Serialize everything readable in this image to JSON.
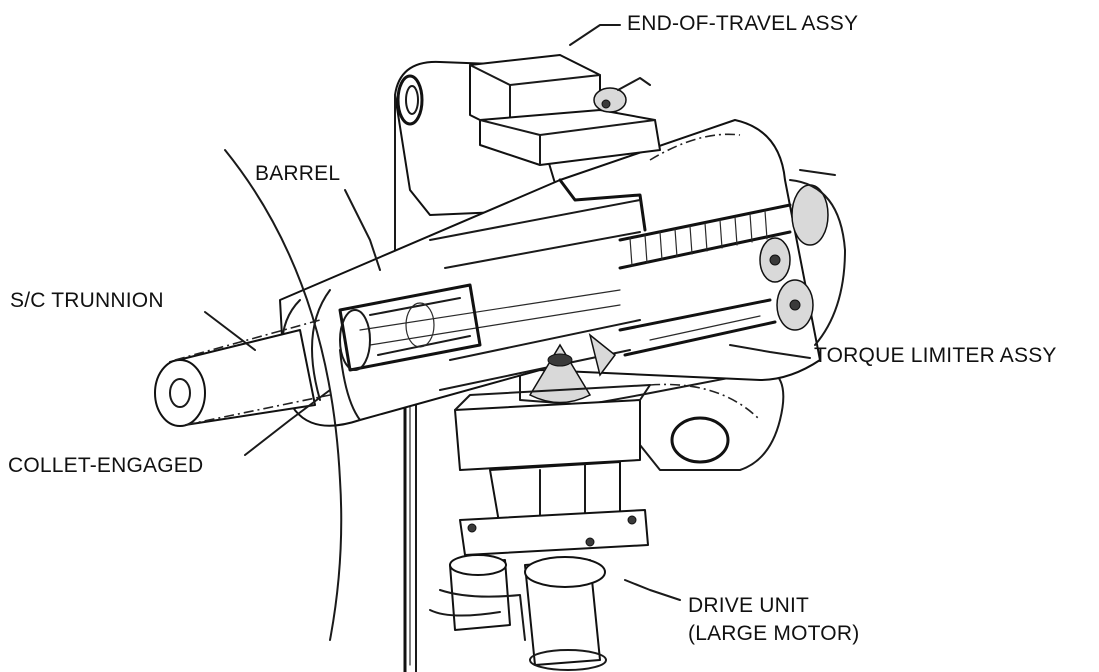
{
  "diagram": {
    "labels": {
      "end_of_travel": "END-OF-TRAVEL ASSY",
      "barrel": "BARREL",
      "sc_trunnion": "S/C TRUNNION",
      "torque_limiter": "TORQUE LIMITER ASSY",
      "collet_engaged": "COLLET-ENGAGED",
      "drive_unit_line1": "DRIVE UNIT",
      "drive_unit_line2": "(LARGE MOTOR)"
    },
    "colors": {
      "ink": "#111111",
      "background": "#ffffff"
    }
  }
}
